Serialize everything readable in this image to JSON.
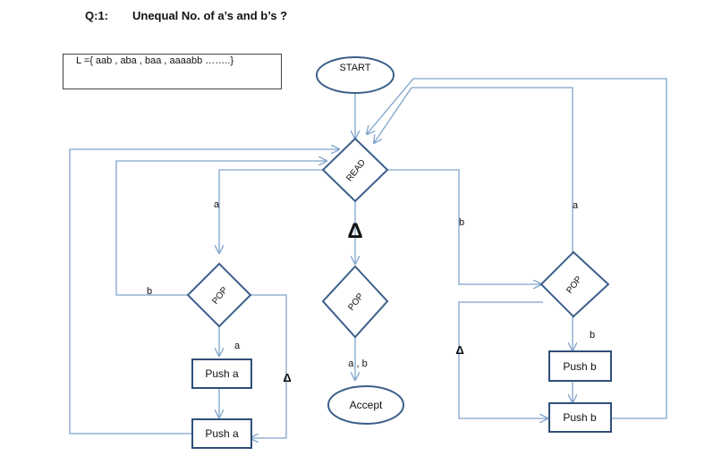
{
  "question": {
    "number": "Q:1:",
    "title": "Unequal No. of a’s   and b’s ?"
  },
  "language": "L ={ aab , aba , baa , aaaabb ……..}",
  "nodes": {
    "start": "START",
    "read": "READ",
    "pop_left": "POP",
    "pop_center": "POP",
    "pop_right": "POP",
    "push_a_1": "Push a",
    "push_a_2": "Push a",
    "push_b_1": "Push b",
    "push_b_2": "Push b",
    "accept": "Accept"
  },
  "edge_labels": {
    "read_a": "a",
    "read_b": "b",
    "read_delta": "Δ",
    "popl_b": "b",
    "popl_a": "a",
    "popl_delta": "Δ",
    "popc_ab": "a , b",
    "popr_a": "a",
    "popr_b": "b",
    "popr_delta": "Δ"
  },
  "colors": {
    "line": "#7fa3cc",
    "node_border": "#3b5f8a",
    "box_border": "#2f4f78"
  }
}
